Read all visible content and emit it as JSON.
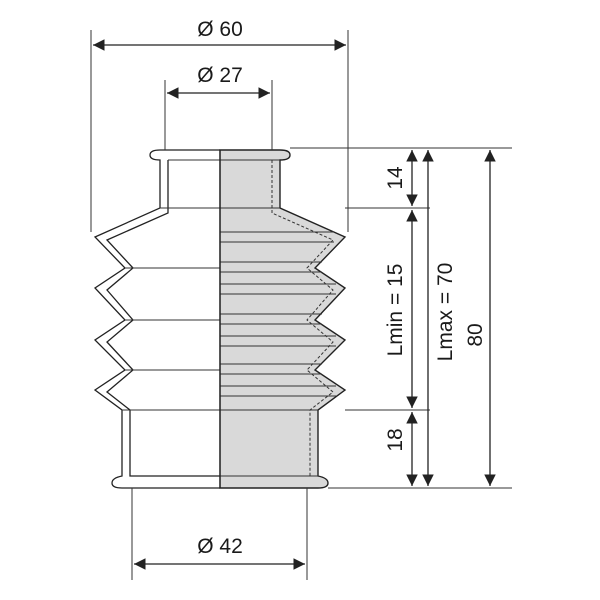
{
  "drawing": {
    "dim_outer_diameter": "Ø 60",
    "dim_inner_top_diameter": "Ø 27",
    "dim_bottom_diameter": "Ø 42",
    "dim_top_collar": "14",
    "dim_bottom_collar": "18",
    "dim_lmin": "Lmin =  15",
    "dim_lmax": "Lmax = 70",
    "dim_total": "80"
  }
}
